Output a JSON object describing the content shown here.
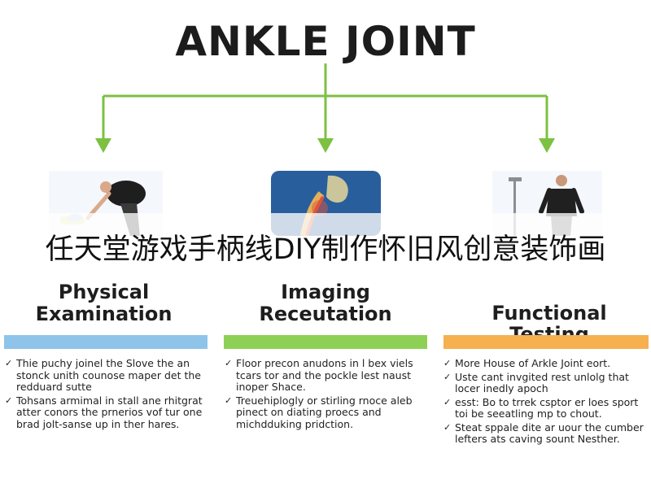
{
  "title": "ANKLE JOINT",
  "overlay_text": "任天堂游戏手柄线DIY制作怀旧风创意装饰画",
  "colors": {
    "arrow": "#7cc142",
    "bar_left": "#8ec4ea",
    "bar_mid": "#8ed055",
    "bar_right": "#f6b04f"
  },
  "columns": [
    {
      "title_line1": "Physical",
      "title_line2": "Examination",
      "bullets": [
        "Thie puchy joinel the Slove the an stonck unith counose maper det the redduard sutte",
        "Tohsans armimal in stall ane rhitgrat atter conors the prnerios vof tur one brad jolt-sanse up in ther hares."
      ]
    },
    {
      "title_line1": "Imaging",
      "title_line2": "Receutation",
      "bullets": [
        "Floor precon anudons in l bex viels tcars tor and the pockle lest naust inoper Shace.",
        "Treuehiplogly or stirling rnoce aleb pinect on diating proecs and michdduking pridction."
      ]
    },
    {
      "title_line1": "Functional",
      "title_line2": "Testing",
      "bullets": [
        "More House of Arkle Joint eort.",
        "Uste cant invgited rest unlolg that locer inedly apoch",
        "esst: Bo to trrek csptor er loes sport toi be seeatling mp to chout.",
        "Steat sppale dite ar uour the cumber lefters ats caving sount Nesther."
      ]
    }
  ]
}
